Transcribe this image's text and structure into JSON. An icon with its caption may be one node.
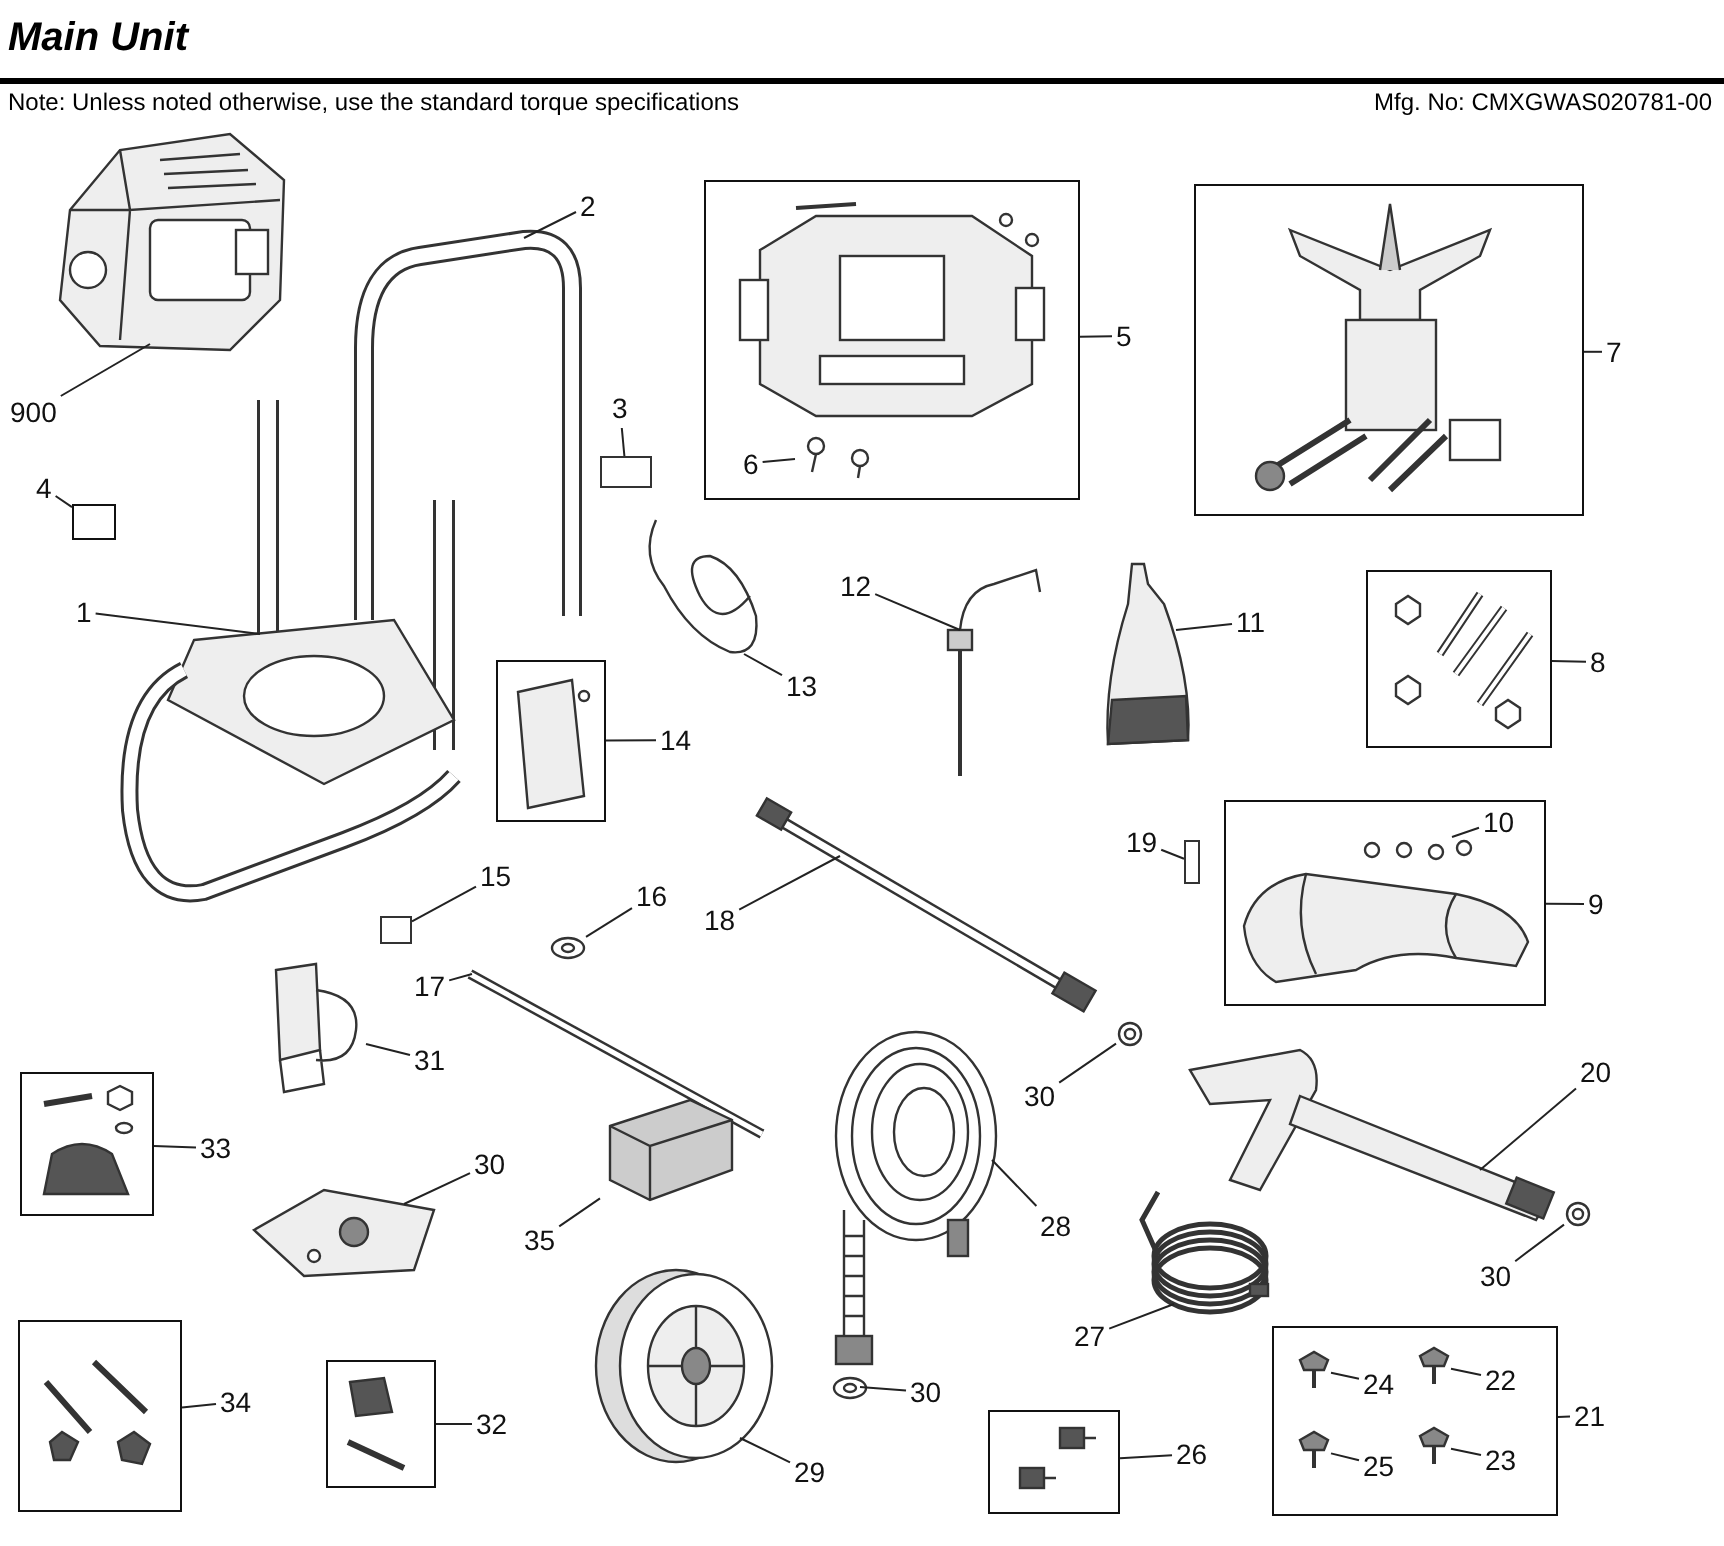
{
  "diagram": {
    "title": "Main Unit",
    "nodes": [
      {
        "text": [],
        "shape": "picture"
      },
      {
        "text": [
          "900"
        ]
      },
      {
        "text": [],
        "shape": "picture"
      },
      {
        "text": [
          "2"
        ]
      },
      {
        "text": [],
        "shape": "cylinder"
      },
      {
        "text": [
          "3"
        ]
      },
      {
        "text": [],
        "shape": "box"
      },
      {
        "text": [
          "4"
        ]
      },
      {
        "text": [],
        "shape": "picture"
      },
      {
        "text": [
          "1"
        ]
      },
      {
        "text": [],
        "shape": "box"
      },
      {
        "text": [],
        "shape": "picture",
        "in": 10
      },
      {
        "text": [
          "6"
        ],
        "in": 10
      },
      {
        "text": [
          "5"
        ]
      },
      {
        "text": [],
        "shape": "box"
      },
      {
        "text": [
          "7"
        ]
      },
      {
        "text": [],
        "shape": "picture"
      },
      {
        "text": [
          "13"
        ]
      },
      {
        "text": [],
        "shape": "picture"
      },
      {
        "text": [
          "12"
        ]
      },
      {
        "text": [],
        "shape": "picture"
      },
      {
        "text": [
          "11"
        ]
      },
      {
        "text": [],
        "shape": "box"
      },
      {
        "text": [
          "8"
        ]
      },
      {
        "text": [],
        "shape": "box"
      },
      {
        "text": [
          "14"
        ]
      },
      {
        "text": [],
        "shape": "box"
      },
      {
        "text": [],
        "shape": "picture",
        "in": 26
      },
      {
        "text": [
          "10"
        ],
        "in": 26
      },
      {
        "text": [
          "9"
        ]
      },
      {
        "text": [],
        "shape": "circle"
      },
      {
        "text": [
          "15"
        ]
      },
      {
        "text": [],
        "shape": "picture"
      },
      {
        "text": [
          "16"
        ]
      },
      {
        "text": [],
        "shape": "picture"
      },
      {
        "text": [
          "18"
        ]
      },
      {
        "text": [],
        "shape": "bar"
      },
      {
        "text": [
          "19"
        ]
      },
      {
        "text": [],
        "shape": "picture"
      },
      {
        "text": [
          "17"
        ]
      },
      {
        "text": [],
        "shape": "picture"
      },
      {
        "text": [
          "30"
        ]
      },
      {
        "text": [],
        "shape": "picture"
      },
      {
        "text": [
          "31"
        ]
      },
      {
        "text": [],
        "shape": "picture"
      },
      {
        "text": [
          "20"
        ]
      },
      {
        "text": [],
        "shape": "picture"
      },
      {
        "text": [
          "30"
        ]
      },
      {
        "text": [],
        "shape": "box"
      },
      {
        "text": [
          "33"
        ]
      },
      {
        "text": [],
        "shape": "picture"
      },
      {
        "text": [
          "30"
        ]
      },
      {
        "text": [],
        "shape": "picture"
      },
      {
        "text": [
          "35"
        ]
      },
      {
        "text": [],
        "shape": "picture"
      },
      {
        "text": [
          "28"
        ]
      },
      {
        "text": [],
        "shape": "picture"
      },
      {
        "text": [
          "30"
        ]
      },
      {
        "text": [],
        "shape": "picture"
      },
      {
        "text": [
          "27"
        ]
      },
      {
        "text": [],
        "shape": "picture"
      },
      {
        "text": [
          "29"
        ]
      },
      {
        "text": [],
        "shape": "box"
      },
      {
        "text": [
          "34"
        ]
      },
      {
        "text": [],
        "shape": "box"
      },
      {
        "text": [
          "32"
        ]
      },
      {
        "text": [],
        "shape": "box"
      },
      {
        "text": [
          "26"
        ]
      },
      {
        "text": [],
        "shape": "box"
      },
      {
        "text": [],
        "shape": "picture",
        "in": 68
      },
      {
        "text": [
          "24"
        ],
        "in": 68
      },
      {
        "text": [],
        "shape": "picture",
        "in": 68
      },
      {
        "text": [
          "22"
        ],
        "in": 68
      },
      {
        "text": [],
        "shape": "picture",
        "in": 68
      },
      {
        "text": [
          "25"
        ],
        "in": 68
      },
      {
        "text": [],
        "shape": "picture",
        "in": 68
      },
      {
        "text": [
          "23"
        ],
        "in": 68
      },
      {
        "text": [
          "21"
        ]
      }
    ],
    "edges": [
      {
        "from": 1,
        "to": 0,
        "arrow": "none"
      },
      {
        "from": 3,
        "to": 2,
        "arrow": "none"
      },
      {
        "from": 5,
        "to": 4,
        "arrow": "none"
      },
      {
        "from": 7,
        "to": 6,
        "arrow": "none"
      },
      {
        "from": 9,
        "to": 8,
        "arrow": "none"
      },
      {
        "from": 12,
        "to": 11,
        "arrow": "none"
      },
      {
        "from": 13,
        "to": 10,
        "arrow": "none"
      },
      {
        "from": 15,
        "to": 14,
        "arrow": "none"
      },
      {
        "from": 17,
        "to": 16,
        "arrow": "none"
      },
      {
        "from": 19,
        "to": 18,
        "arrow": "none"
      },
      {
        "from": 21,
        "to": 20,
        "arrow": "none"
      },
      {
        "from": 23,
        "to": 22,
        "arrow": "none"
      },
      {
        "from": 25,
        "to": 24,
        "arrow": "none"
      },
      {
        "from": 28,
        "to": 27,
        "arrow": "none"
      },
      {
        "from": 29,
        "to": 26,
        "arrow": "none"
      },
      {
        "from": 31,
        "to": 30,
        "arrow": "none"
      },
      {
        "from": 33,
        "to": 32,
        "arrow": "none"
      },
      {
        "from": 35,
        "to": 34,
        "arrow": "none"
      },
      {
        "from": 37,
        "to": 36,
        "arrow": "none"
      },
      {
        "from": 39,
        "to": 38,
        "arrow": "none"
      },
      {
        "from": 41,
        "to": 40,
        "arrow": "none"
      },
      {
        "from": 43,
        "to": 42,
        "arrow": "none"
      },
      {
        "from": 45,
        "to": 44,
        "arrow": "none"
      },
      {
        "from": 47,
        "to": 46,
        "arrow": "none"
      },
      {
        "from": 49,
        "to": 48,
        "arrow": "none"
      },
      {
        "from": 51,
        "to": 50,
        "arrow": "none"
      },
      {
        "from": 53,
        "to": 52,
        "arrow": "none"
      },
      {
        "from": 55,
        "to": 54,
        "arrow": "none"
      },
      {
        "from": 57,
        "to": 56,
        "arrow": "none"
      },
      {
        "from": 59,
        "to": 58,
        "arrow": "none"
      },
      {
        "from": 61,
        "to": 60,
        "arrow": "none"
      },
      {
        "from": 63,
        "to": 62,
        "arrow": "none"
      },
      {
        "from": 65,
        "to": 64,
        "arrow": "none"
      },
      {
        "from": 67,
        "to": 66,
        "arrow": "none"
      },
      {
        "from": 70,
        "to": 69,
        "arrow": "none"
      },
      {
        "from": 72,
        "to": 71,
        "arrow": "none"
      },
      {
        "from": 74,
        "to": 73,
        "arrow": "none"
      },
      {
        "from": 76,
        "to": 75,
        "arrow": "none"
      },
      {
        "from": 77,
        "to": 68,
        "arrow": "none"
      }
    ],
    "labels": [
      "Note: Unless noted otherwise, use the standard torque specifications",
      "Mfg. No: CMXGWAS020781-00"
    ]
  }
}
